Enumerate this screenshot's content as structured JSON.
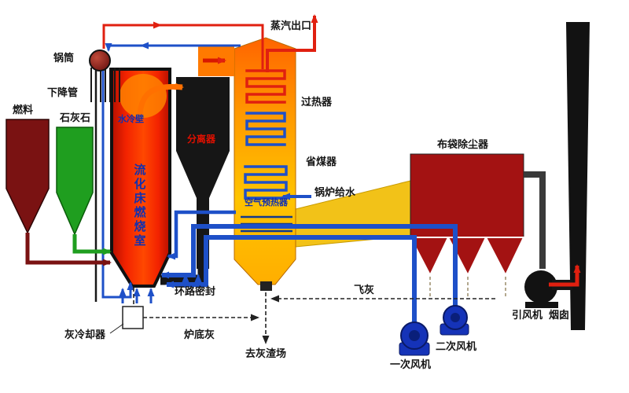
{
  "diagram": {
    "type": "circulating-fluidized-bed-boiler-schematic",
    "labels": {
      "steam_outlet": "蒸汽出口",
      "drum": "锅筒",
      "downcomer": "下降管",
      "fuel": "燃料",
      "limestone": "石灰石",
      "water_wall": "水冷壁",
      "separator": "分离器",
      "fluidized_bed_chamber": "流化床燃烧室",
      "superheater": "过热器",
      "economizer": "省煤器",
      "boiler_feedwater": "锅炉给水",
      "air_preheater": "空气预热器",
      "bag_dust_collector": "布袋除尘器",
      "loop_seal": "环路密封",
      "fly_ash": "飞灰",
      "ash_cooler": "灰冷却器",
      "bottom_ash": "炉底灰",
      "to_ash_yard": "去灰渣场",
      "primary_air_fan": "一次风机",
      "secondary_air_fan": "二次风机",
      "induced_draft_fan": "引风机",
      "chimney": "烟囱"
    },
    "colors": {
      "furnace_red": "#e61500",
      "fuel_maroon": "#7a1212",
      "limestone_green": "#1f9e1f",
      "duct_yellow": "#f2c218",
      "bagfilter_red": "#a31212",
      "fan_blue": "#1533b8",
      "pipe_blue": "#1e50c8",
      "pipe_red": "#e02010",
      "structure_black": "#161616"
    }
  }
}
